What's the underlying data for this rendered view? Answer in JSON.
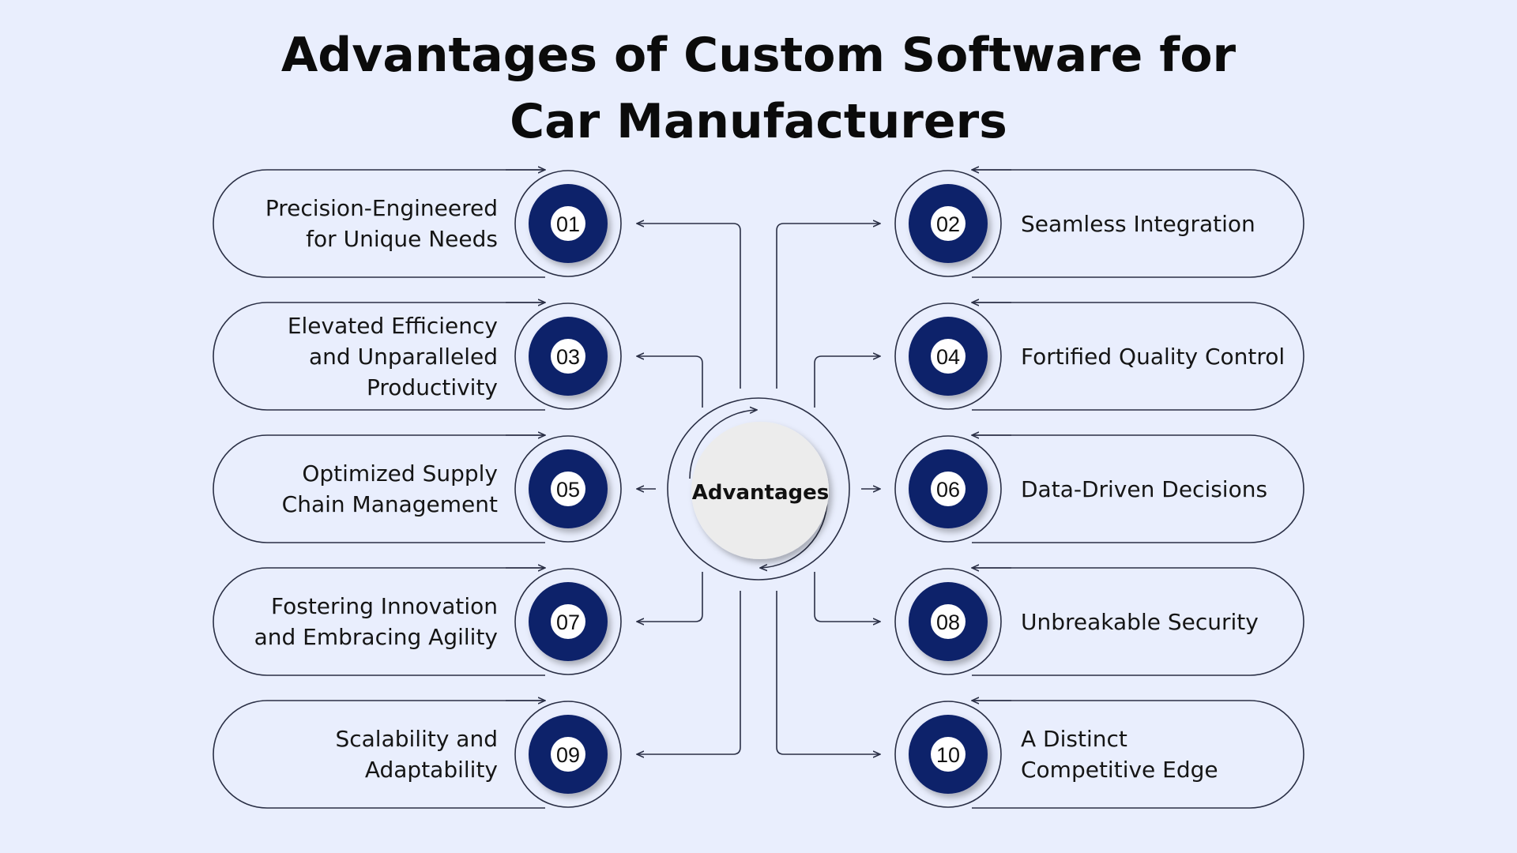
{
  "title": {
    "line1": "Advantages of Custom Software for",
    "line2": "Car Manufacturers"
  },
  "center_label": "Advantages",
  "colors": {
    "background": "#e9eefd",
    "badge_fill": "#10206b",
    "badge_text_circle": "#ffffff",
    "outline": "#2a2f45",
    "hub_fill": "#ececec"
  },
  "items": [
    {
      "num": "01",
      "lines": [
        "Precision-Engineered",
        "for Unique Needs"
      ]
    },
    {
      "num": "02",
      "lines": [
        "Seamless Integration"
      ]
    },
    {
      "num": "03",
      "lines": [
        "Elevated Efficiency",
        "and Unparalleled",
        "Productivity"
      ]
    },
    {
      "num": "04",
      "lines": [
        "Fortified Quality Control"
      ]
    },
    {
      "num": "05",
      "lines": [
        "Optimized Supply",
        "Chain Management"
      ]
    },
    {
      "num": "06",
      "lines": [
        "Data-Driven Decisions"
      ]
    },
    {
      "num": "07",
      "lines": [
        "Fostering Innovation",
        "and Embracing Agility"
      ]
    },
    {
      "num": "08",
      "lines": [
        "Unbreakable Security"
      ]
    },
    {
      "num": "09",
      "lines": [
        "Scalability and",
        "Adaptability"
      ]
    },
    {
      "num": "10",
      "lines": [
        "A Distinct",
        "Competitive Edge"
      ]
    }
  ]
}
